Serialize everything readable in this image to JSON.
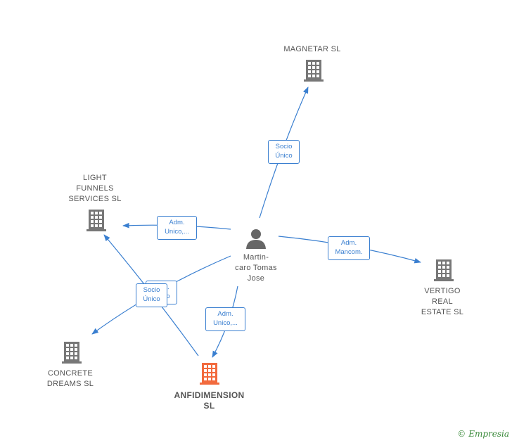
{
  "colors": {
    "edge": "#3a7fd0",
    "company": "#777777",
    "highlight": "#f26a3d",
    "person": "#666666"
  },
  "nodes": {
    "magnetar": {
      "label": "MAGNETAR  SL",
      "icon": "building-icon"
    },
    "light": {
      "label": "LIGHT\nFUNNELS\nSERVICES  SL",
      "icon": "building-icon"
    },
    "vertigo": {
      "label": "VERTIGO\nREAL\nESTATE  SL",
      "icon": "building-icon"
    },
    "concrete": {
      "label": "CONCRETE\nDREAMS SL",
      "icon": "building-icon"
    },
    "anfidimension": {
      "label": "ANFIDIMENSION\nSL",
      "icon": "building-icon"
    },
    "person": {
      "label": "Martin-\ncaro Tomas\nJose",
      "icon": "person-icon"
    }
  },
  "edges": {
    "to_magnetar": "Socio\nÚnico",
    "to_light": "Adm.\nUnico,...",
    "to_vertigo": "Adm.\nMancom.",
    "to_anfidimension": "Adm.\nUnico,...",
    "hidden_label": "Adm.\nUnico",
    "to_concrete": "Socio\nÚnico"
  },
  "footer": {
    "copyright": "©",
    "brand": "Empresia"
  }
}
